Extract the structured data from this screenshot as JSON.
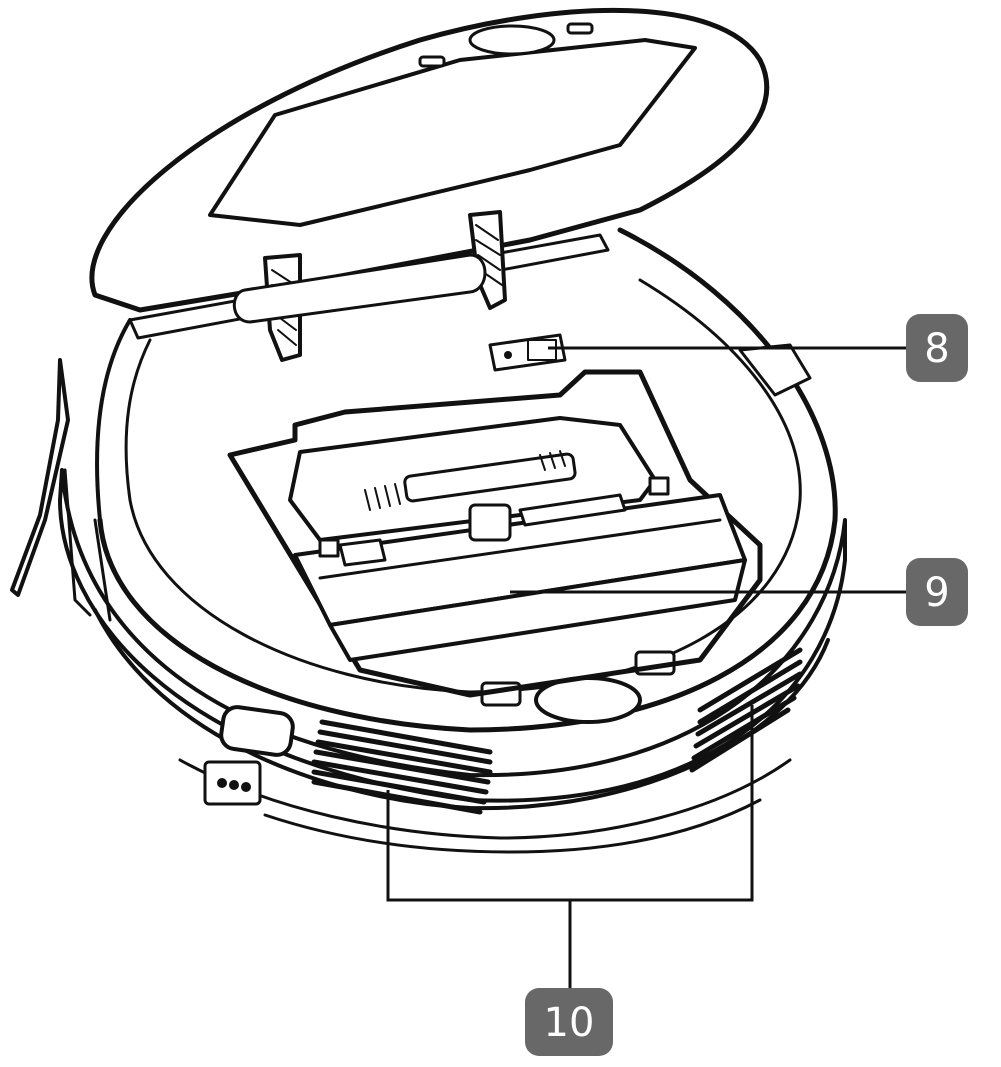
{
  "callouts": [
    {
      "label": "8"
    },
    {
      "label": "9"
    },
    {
      "label": "10"
    }
  ]
}
